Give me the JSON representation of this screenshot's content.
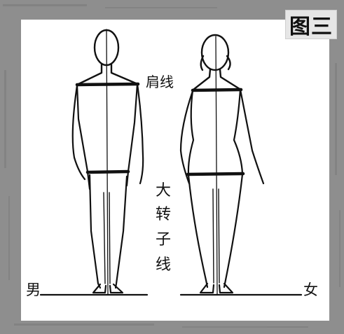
{
  "title": "图三",
  "labels": {
    "shoulder_line": "肩线",
    "hip_line_chars": [
      "大",
      "转",
      "子",
      "线"
    ],
    "male": "男",
    "female": "女"
  },
  "colors": {
    "frame": "#8e8e8e",
    "panel": "#ffffff",
    "ink": "#111111",
    "title_bg": "#e6e6e6"
  }
}
